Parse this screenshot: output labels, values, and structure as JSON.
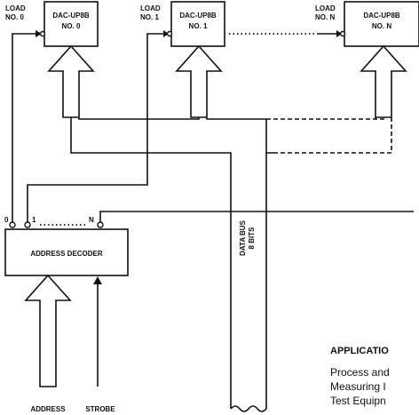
{
  "dacs": [
    {
      "load_line1": "LOAD",
      "load_line2": "NO. 0",
      "title_line1": "DAC-UP8B",
      "title_line2": "NO. 0"
    },
    {
      "load_line1": "LOAD",
      "load_line2": "NO. 1",
      "title_line1": "DAC-UP8B",
      "title_line2": "NO. 1"
    },
    {
      "load_line1": "LOAD",
      "load_line2": "NO. N",
      "title_line1": "DAC-UP8B",
      "title_line2": "NO. N"
    }
  ],
  "decoder": {
    "title": "ADDRESS DECODER",
    "output_0": "0",
    "output_1": "1",
    "output_n": "N"
  },
  "inputs": {
    "address": "ADDRESS",
    "strobe": "STROBE"
  },
  "data_bus": {
    "line1": "DATA BUS",
    "line2": "8 BITS"
  },
  "side_text": {
    "heading": "APPLICATIO",
    "line1": "Process and",
    "line2": "Measuring I",
    "line3": "Test Equipn"
  }
}
